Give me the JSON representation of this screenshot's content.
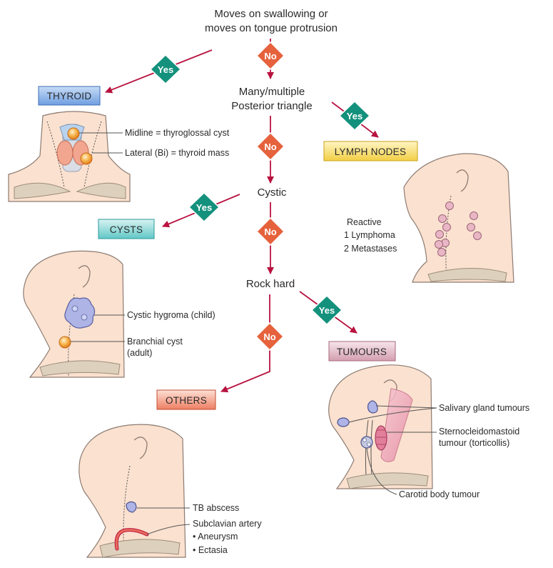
{
  "questions": {
    "q1_line1": "Moves on swallowing or",
    "q1_line2": "moves on tongue protrusion",
    "q2_line1": "Many/multiple",
    "q2_line2": "Posterior triangle",
    "q3": "Cystic",
    "q4": "Rock hard"
  },
  "answers": {
    "yes": "Yes",
    "no": "No"
  },
  "categories": {
    "thyroid": "THYROID",
    "lymph_nodes": "LYMPH NODES",
    "cysts": "CYSTS",
    "tumours": "TUMOURS",
    "others": "OTHERS"
  },
  "thyroid_labels": {
    "midline": "Midline = thyroglossal cyst",
    "lateral": "Lateral (Bi) = thyroid mass"
  },
  "lymph_labels": {
    "reactive": "Reactive",
    "lymphoma": "1 Lymphoma",
    "metastases": "2 Metastases"
  },
  "cyst_labels": {
    "hygroma": "Cystic hygroma (child)",
    "branchial_1": "Branchial cyst",
    "branchial_2": "(adult)"
  },
  "tumour_labels": {
    "salivary": "Salivary gland tumours",
    "sterno_1": "Sternocleidomastoid",
    "sterno_2": "tumour (torticollis)",
    "carotid": "Carotid body tumour"
  },
  "other_labels": {
    "tb": "TB abscess",
    "subclavian": "Subclavian artery",
    "aneurysm": "• Aneurysm",
    "ectasia": "• Ectasia"
  },
  "colors": {
    "arrow": "#b8123f",
    "yes_diamond": "#13917c",
    "no_diamond": "#e5623c",
    "thyroid_box": "#5b8ed6",
    "lymph_box": "#f5d24a",
    "cysts_box": "#5dc4c4",
    "tumours_box": "#d9a3b3",
    "others_box": "#ef8468",
    "skin": "#fbe1cf"
  }
}
